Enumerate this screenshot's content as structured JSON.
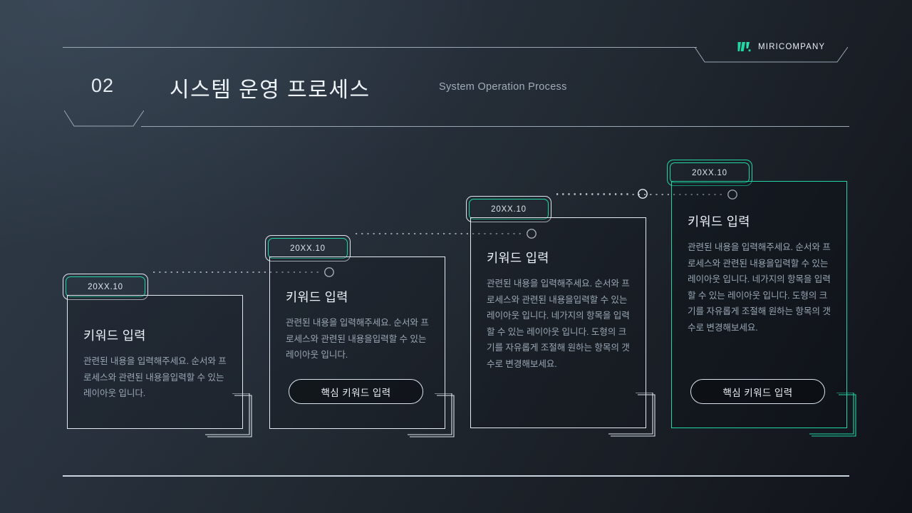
{
  "brand": {
    "name": "MIRICOMPANY",
    "logo_icon": "miri-logo-icon",
    "accent_color": "#21d6a5"
  },
  "header": {
    "section_number": "02",
    "title": "시스템 운영 프로세스",
    "subtitle": "System Operation Process"
  },
  "cards": [
    {
      "date": "20XX.10",
      "title": "키워드 입력",
      "body": "관련된 내용을 입력해주세요. 순서와 프로세스와 관련된 내용을입력할 수 있는 레이아웃 입니다.",
      "button": null,
      "highlighted": false
    },
    {
      "date": "20XX.10",
      "title": "키워드 입력",
      "body": "관련된 내용을 입력해주세요. 순서와 프로세스와 관련된 내용을입력할 수 있는 레이아웃 입니다.",
      "button": "핵심 키워드 입력",
      "highlighted": false
    },
    {
      "date": "20XX.10",
      "title": "키워드 입력",
      "body": "관련된 내용을 입력해주세요. 순서와 프로세스와 관련된 내용을입력할 수 있는 레이아웃 입니다. 네가지의 항목을 입력할 수 있는 레이아웃 입니다. 도형의 크기를 자유롭게 조절해 원하는 항목의 갯수로 변경해보세요.",
      "button": null,
      "highlighted": false
    },
    {
      "date": "20XX.10",
      "title": "키워드 입력",
      "body": "관련된 내용을 입력해주세요. 순서와 프로세스와 관련된 내용을입력할 수 있는 레이아웃 입니다. 네가지의 항목을 입력할 수 있는 레이아웃 입니다. 도형의 크기를 자유롭게 조절해 원하는 항목의 갯수로 변경해보세요.",
      "button": "핵심 키워드 입력",
      "highlighted": true
    }
  ]
}
